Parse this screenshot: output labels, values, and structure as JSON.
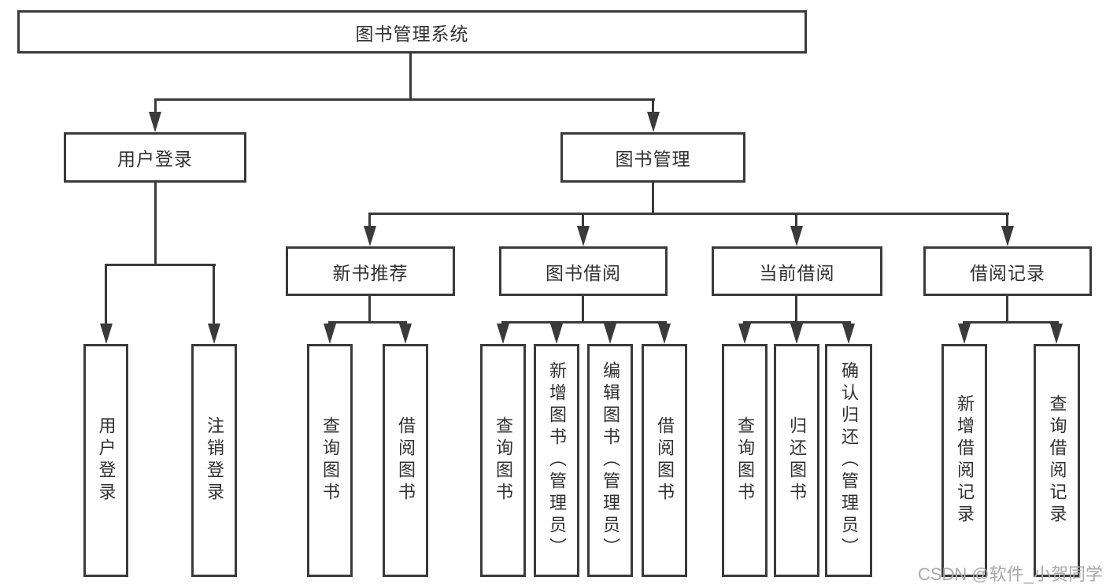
{
  "diagram": {
    "root": "图书管理系统",
    "level1": [
      "用户登录",
      "图书管理"
    ],
    "level2": [
      "新书推荐",
      "图书借阅",
      "当前借阅",
      "借阅记录"
    ],
    "leaves": {
      "login": [
        "用户登录",
        "注销登录"
      ],
      "recommend": [
        "查询图书",
        "借阅图书"
      ],
      "borrow": [
        "查询图书",
        "新增图书（管理员）",
        "编辑图书（管理员）",
        "借阅图书"
      ],
      "current": [
        "查询图书",
        "归还图书",
        "确认归还（管理员）"
      ],
      "records": [
        "新增借阅记录",
        "查询借阅记录"
      ]
    }
  },
  "watermark": "CSDN @软件_小贺同学",
  "colors": {
    "line": "#3a3a3a",
    "text": "#303030",
    "background": "#ffffff",
    "wm": "#a9a9a9"
  }
}
